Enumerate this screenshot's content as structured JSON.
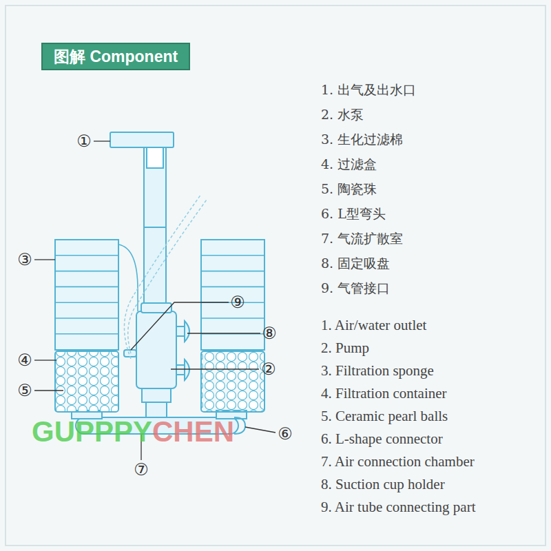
{
  "diagram": {
    "title": "图解 Component",
    "labels": [
      "①",
      "②",
      "③",
      "④",
      "⑤",
      "⑥",
      "⑦",
      "⑧",
      "⑨",
      "1. 出气及出水口",
      "2. 水泵",
      "3. 生化过滤棉",
      "4. 过滤盒",
      "5. 陶瓷珠",
      "6. L型弯头",
      "7. 气流扩散室",
      "8. 固定吸盘",
      "9. 气管接口",
      "1. Air/water outlet",
      "2. Pump",
      "3. Filtration sponge",
      "4. Filtration container",
      "5. Ceramic pearl balls",
      "6. L-shape connector",
      "7. Air connection chamber",
      "8. Suction cup holder",
      "9. Air tube connecting part",
      "GUPPPY",
      "CHEN"
    ]
  }
}
